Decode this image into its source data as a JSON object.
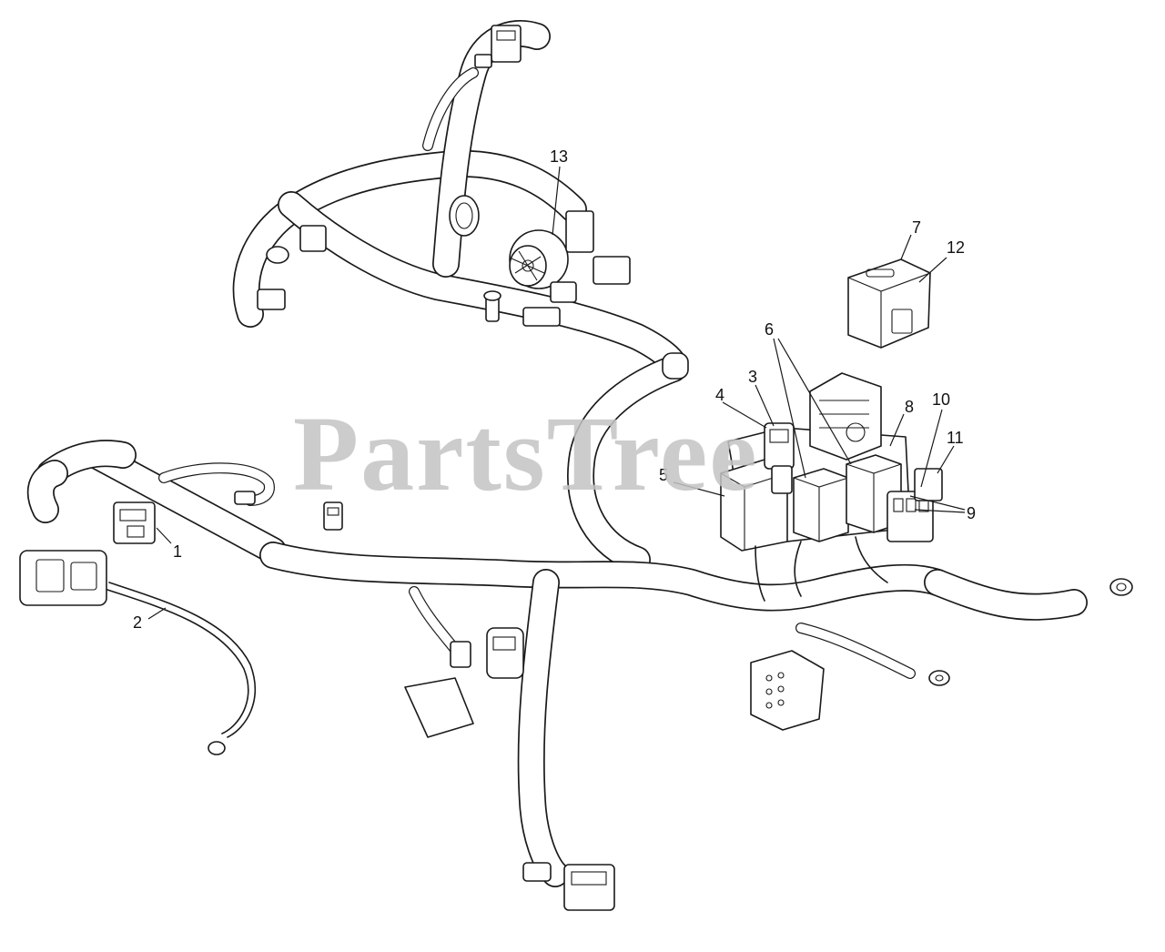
{
  "watermark": "PartsTree",
  "callouts": [
    {
      "id": "1",
      "label": "1"
    },
    {
      "id": "2",
      "label": "2"
    },
    {
      "id": "3",
      "label": "3"
    },
    {
      "id": "4",
      "label": "4"
    },
    {
      "id": "5",
      "label": "5"
    },
    {
      "id": "6",
      "label": "6"
    },
    {
      "id": "7",
      "label": "7"
    },
    {
      "id": "8",
      "label": "8"
    },
    {
      "id": "9",
      "label": "9"
    },
    {
      "id": "10",
      "label": "10"
    },
    {
      "id": "11",
      "label": "11"
    },
    {
      "id": "12",
      "label": "12"
    },
    {
      "id": "13",
      "label": "13"
    }
  ]
}
